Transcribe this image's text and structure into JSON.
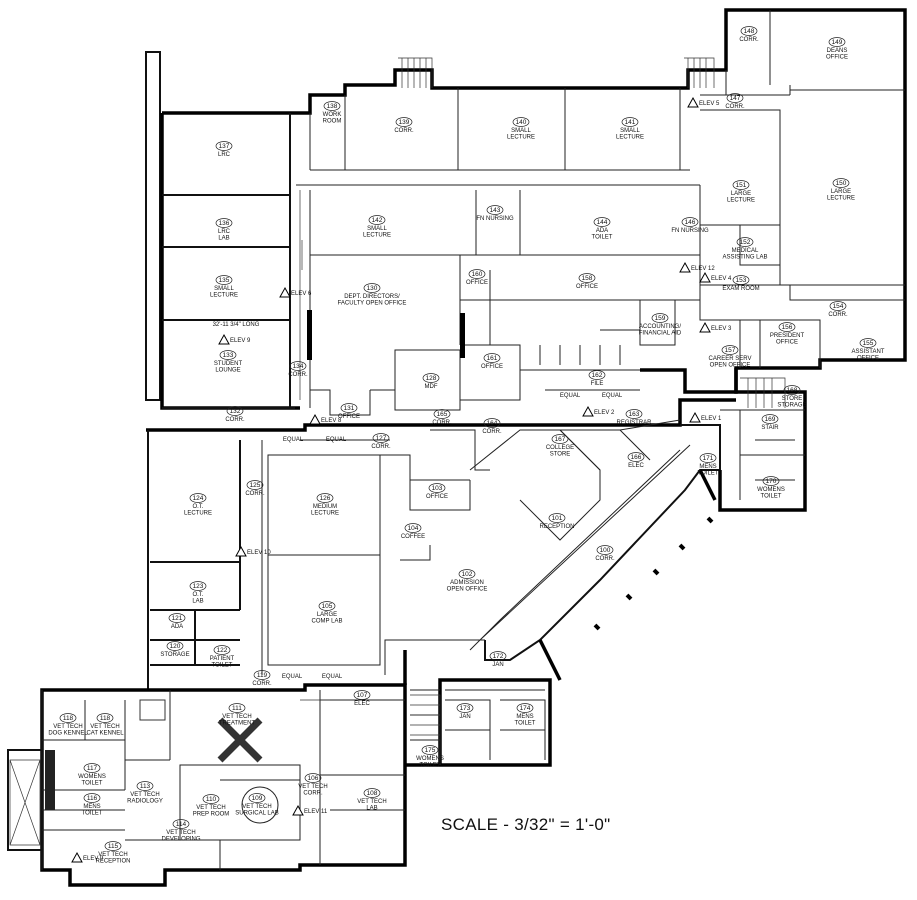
{
  "scale_label": "SCALE - 3/32\" = 1'-0\"",
  "rooms": [
    {
      "num": "100",
      "lines": [
        "CORR."
      ]
    },
    {
      "num": "101",
      "lines": [
        "RECEPTION"
      ]
    },
    {
      "num": "102",
      "lines": [
        "ADMISSION",
        "OPEN OFFICE"
      ]
    },
    {
      "num": "103",
      "lines": [
        "OFFICE"
      ]
    },
    {
      "num": "104",
      "lines": [
        "COFFEE"
      ]
    },
    {
      "num": "105",
      "lines": [
        "LARGE",
        "COMP LAB"
      ]
    },
    {
      "num": "106",
      "lines": [
        "VET TECH",
        "CORR."
      ]
    },
    {
      "num": "107",
      "lines": [
        "ELEC"
      ]
    },
    {
      "num": "108",
      "lines": [
        "VET TECH",
        "LAB"
      ]
    },
    {
      "num": "109",
      "lines": [
        "VET TECH",
        "SURGICAL LAB"
      ]
    },
    {
      "num": "110",
      "lines": [
        "VET TECH",
        "PREP ROOM"
      ]
    },
    {
      "num": "111",
      "lines": [
        "VET TECH",
        "TREATMENT"
      ]
    },
    {
      "num": "113",
      "lines": [
        "VET TECH",
        "RADIOLOGY"
      ]
    },
    {
      "num": "114",
      "lines": [
        "VET TECH",
        "DEVELOPING"
      ]
    },
    {
      "num": "115",
      "lines": [
        "VET TECH",
        "RECEPTION"
      ]
    },
    {
      "num": "116",
      "lines": [
        "MENS",
        "TOILET"
      ]
    },
    {
      "num": "117",
      "lines": [
        "WOMENS",
        "TOILET"
      ]
    },
    {
      "num": "118",
      "lines": [
        "VET TECH",
        "DOG KENNEL"
      ]
    },
    {
      "num": "118",
      "lines": [
        "VET TECH",
        "CAT KENNEL"
      ]
    },
    {
      "num": "119",
      "lines": [
        "CORR."
      ]
    },
    {
      "num": "120",
      "lines": [
        "STORAGE"
      ]
    },
    {
      "num": "121",
      "lines": [
        "ADA"
      ]
    },
    {
      "num": "122",
      "lines": [
        "PATIENT",
        "TOILET"
      ]
    },
    {
      "num": "123",
      "lines": [
        "O.T.",
        "LAB"
      ]
    },
    {
      "num": "124",
      "lines": [
        "O.T.",
        "LECTURE"
      ]
    },
    {
      "num": "125",
      "lines": [
        "CORR."
      ]
    },
    {
      "num": "126",
      "lines": [
        "MEDIUM",
        "LECTURE"
      ]
    },
    {
      "num": "127",
      "lines": [
        "CORR."
      ]
    },
    {
      "num": "128",
      "lines": [
        "MDF"
      ]
    },
    {
      "num": "130",
      "lines": [
        "DEPT. DIRECTORS/",
        "FACULTY OPEN OFFICE"
      ]
    },
    {
      "num": "131",
      "lines": [
        "OFFICE"
      ]
    },
    {
      "num": "132",
      "lines": [
        "CORR."
      ]
    },
    {
      "num": "133",
      "lines": [
        "STUDENT",
        "LOUNGE"
      ]
    },
    {
      "num": "134",
      "lines": [
        "CORR."
      ]
    },
    {
      "num": "135",
      "lines": [
        "SMALL",
        "LECTURE"
      ]
    },
    {
      "num": "136",
      "lines": [
        "LRC",
        "LAB"
      ]
    },
    {
      "num": "137",
      "lines": [
        "LRC"
      ]
    },
    {
      "num": "138",
      "lines": [
        "WORK",
        "ROOM"
      ]
    },
    {
      "num": "139",
      "lines": [
        "CORR."
      ]
    },
    {
      "num": "140",
      "lines": [
        "SMALL",
        "LECTURE"
      ]
    },
    {
      "num": "141",
      "lines": [
        "SMALL",
        "LECTURE"
      ]
    },
    {
      "num": "142",
      "lines": [
        "SMALL",
        "LECTURE"
      ]
    },
    {
      "num": "143",
      "lines": [
        "FN NURSING"
      ]
    },
    {
      "num": "144",
      "lines": [
        "ADA",
        "TOILET"
      ]
    },
    {
      "num": "146",
      "lines": [
        "FN NURSING"
      ]
    },
    {
      "num": "147",
      "lines": [
        "CORR."
      ]
    },
    {
      "num": "148",
      "lines": [
        "CORR."
      ]
    },
    {
      "num": "149",
      "lines": [
        "DEANS",
        "OFFICE"
      ]
    },
    {
      "num": "150",
      "lines": [
        "LARGE",
        "LECTURE"
      ]
    },
    {
      "num": "151",
      "lines": [
        "LARGE",
        "LECTURE"
      ]
    },
    {
      "num": "152",
      "lines": [
        "MEDICAL",
        "ASSISTING LAB"
      ]
    },
    {
      "num": "153",
      "lines": [
        "EXAM ROOM"
      ]
    },
    {
      "num": "154",
      "lines": [
        "CORR."
      ]
    },
    {
      "num": "155",
      "lines": [
        "ASSISTANT",
        "OFFICE"
      ]
    },
    {
      "num": "156",
      "lines": [
        "PRESIDENT",
        "OFFICE"
      ]
    },
    {
      "num": "157",
      "lines": [
        "CAREER SERV",
        "OPEN OFFICE"
      ]
    },
    {
      "num": "158",
      "lines": [
        "OFFICE"
      ]
    },
    {
      "num": "159",
      "lines": [
        "ACCOUNTING/",
        "FINANCIAL AID"
      ]
    },
    {
      "num": "160",
      "lines": [
        "OFFICE"
      ]
    },
    {
      "num": "161",
      "lines": [
        "OFFICE"
      ]
    },
    {
      "num": "162",
      "lines": [
        "FILE"
      ]
    },
    {
      "num": "163",
      "lines": [
        "REGISTRAR"
      ]
    },
    {
      "num": "164",
      "lines": [
        "CORR."
      ]
    },
    {
      "num": "165",
      "lines": [
        "CORR."
      ]
    },
    {
      "num": "166",
      "lines": [
        "ELEC"
      ]
    },
    {
      "num": "167",
      "lines": [
        "COLLEGE",
        "STORE"
      ]
    },
    {
      "num": "168",
      "lines": [
        "STORE",
        "STORAGE"
      ]
    },
    {
      "num": "169",
      "lines": [
        "STAIR"
      ]
    },
    {
      "num": "170",
      "lines": [
        "WOMENS",
        "TOILET"
      ]
    },
    {
      "num": "171",
      "lines": [
        "MENS",
        "TOILET"
      ]
    },
    {
      "num": "172",
      "lines": [
        "JAN"
      ]
    },
    {
      "num": "173",
      "lines": [
        "JAN"
      ]
    },
    {
      "num": "174",
      "lines": [
        "MENS",
        "TOILET"
      ]
    },
    {
      "num": "175",
      "lines": [
        "WOMENS",
        "TOILET"
      ]
    },
    {
      "num": "176",
      "lines": [
        "STAIR"
      ]
    }
  ],
  "elevators": [
    {
      "label": "ELEV 1"
    },
    {
      "label": "ELEV 2"
    },
    {
      "label": "ELEV 3"
    },
    {
      "label": "ELEV 4"
    },
    {
      "label": "ELEV 5"
    },
    {
      "label": "ELEV 6"
    },
    {
      "label": "ELEV 8"
    },
    {
      "label": "ELEV 9"
    },
    {
      "label": "ELEV 9"
    },
    {
      "label": "ELEV 10"
    },
    {
      "label": "ELEV 11"
    },
    {
      "label": "ELEV 12"
    }
  ],
  "misc_labels": {
    "equal": "EQUAL",
    "lrc_note": "32'-11 3/4\" LONG"
  }
}
